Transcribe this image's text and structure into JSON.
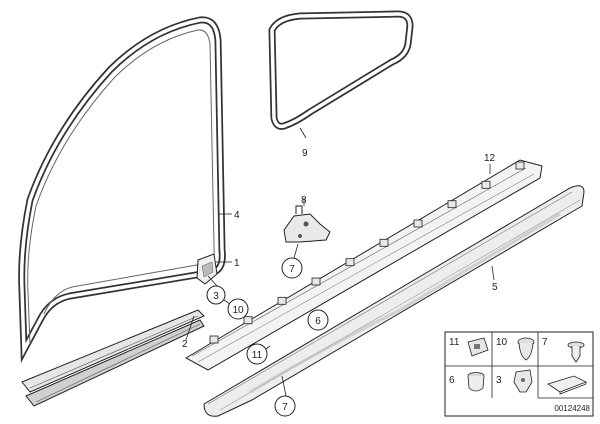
{
  "callouts": {
    "door_seal_front": "4",
    "cover_trim": "1",
    "trim_strip": "2",
    "clip_circle_3": "3",
    "clip_circle_10": "10",
    "window_seal_rear": "9",
    "bracket": "8",
    "clip_circle_7_bracket": "7",
    "sill_rail": "12",
    "sill_panel": "5",
    "clip_circle_6": "6",
    "clip_circle_11": "11",
    "clip_circle_7_bottom": "7"
  },
  "legend": {
    "cells": [
      {
        "number": "11",
        "icon": "clip-11-icon"
      },
      {
        "number": "10",
        "icon": "clip-10-icon"
      },
      {
        "number": "7",
        "icon": "clip-7-icon"
      },
      {
        "number": "6",
        "icon": "clip-6-icon"
      },
      {
        "number": "3",
        "icon": "clip-3-icon"
      },
      {
        "number": "",
        "icon": "pad-icon"
      }
    ],
    "reference": "00124248"
  }
}
